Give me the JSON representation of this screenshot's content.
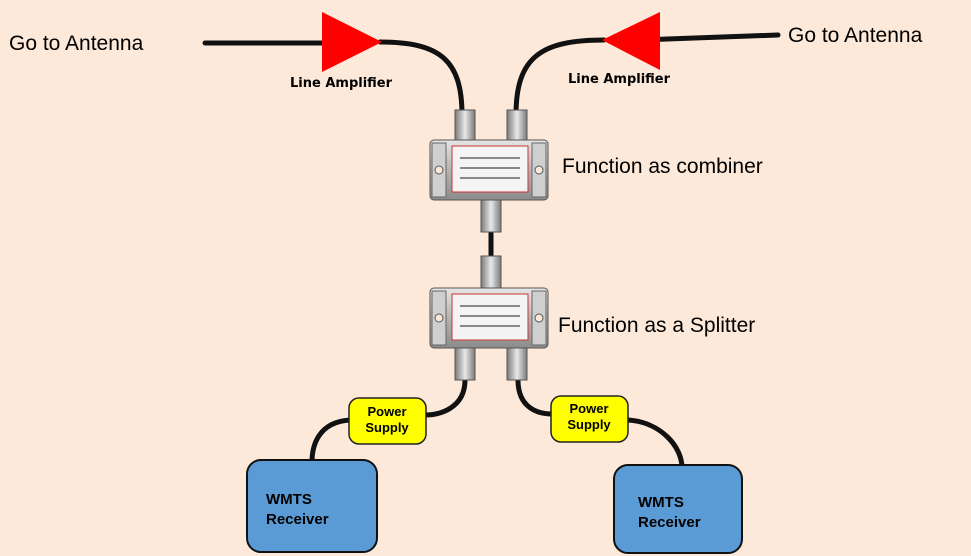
{
  "colors": {
    "background": "#fde9d9",
    "amplifier": "#ff0000",
    "cable": "#111111",
    "power_supply": "#ffff00",
    "receiver": "#5b9bd5",
    "device_metal": "#bfbfbf"
  },
  "icons": [
    "line-amplifier-icon",
    "splitter-device-icon",
    "power-supply-icon",
    "receiver-box-icon"
  ],
  "labels": {
    "antenna_left": "Go to Antenna",
    "antenna_right": "Go to Antenna",
    "amp_left": "Line Amplifier",
    "amp_right": "Line Amplifier",
    "combiner": "Function as combiner",
    "splitter": "Function as a Splitter"
  },
  "power_supplies": [
    {
      "line1": "Power",
      "line2": "Supply"
    },
    {
      "line1": "Power",
      "line2": "Supply"
    }
  ],
  "receivers": [
    {
      "line1": "WMTS",
      "line2": "Receiver"
    },
    {
      "line1": "WMTS",
      "line2": "Receiver"
    }
  ]
}
